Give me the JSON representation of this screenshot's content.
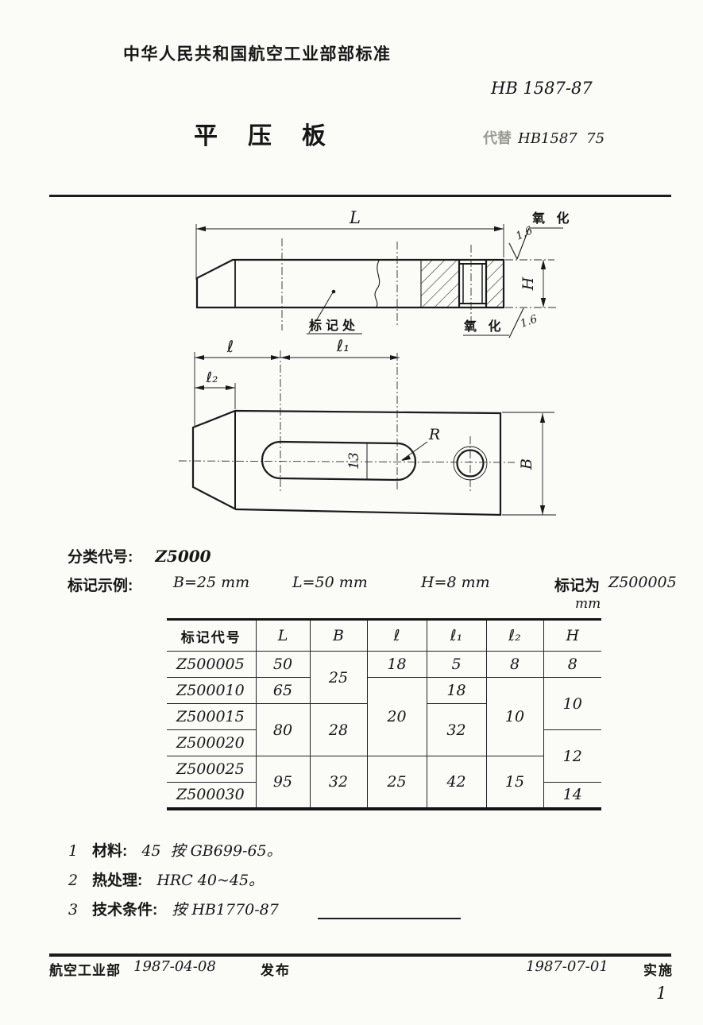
{
  "header": {
    "org_standard": "中华人民共和国航空工业部部标准",
    "standard_no": "HB 1587-87",
    "title": "平　压　板",
    "replaces_label": "代替",
    "replaces_no": "HB1587  75"
  },
  "drawing": {
    "dim_L": "L",
    "dim_H": "H",
    "dim_l": "ℓ",
    "dim_l1": "ℓ₁",
    "dim_l2": "ℓ₂",
    "dim_13": "13",
    "dim_R": "R",
    "dim_B": "B",
    "roughness": "1.6",
    "oxidation": "氧 化",
    "marking_spot": "标记处"
  },
  "classification": {
    "label": "分类代号:",
    "value": "Z5000"
  },
  "example": {
    "label": "标记示例:",
    "item_b": "B=25 mm",
    "item_l": "L=50 mm",
    "item_h": "H=8 mm",
    "mark_label": "标记为",
    "mark_value": "Z500005"
  },
  "table": {
    "unit": "mm",
    "headers": {
      "code": "标记代号",
      "L": "L",
      "B": "B",
      "l": "ℓ",
      "l1": "ℓ₁",
      "l2": "ℓ₂",
      "H": "H"
    },
    "rows": [
      {
        "code": "Z500005",
        "L": "50",
        "B": "25",
        "l": "18",
        "l1": "5",
        "l2": "8",
        "H": "8"
      },
      {
        "code": "Z500010",
        "L": "65",
        "l": "20",
        "l1": "18",
        "l2": "10",
        "H": "10"
      },
      {
        "code": "Z500015",
        "L": "80",
        "B": "28",
        "l1": "32"
      },
      {
        "code": "Z500020",
        "H": "12"
      },
      {
        "code": "Z500025",
        "L": "95",
        "B": "32",
        "l": "25",
        "l1": "42",
        "l2": "15"
      },
      {
        "code": "Z500030",
        "H": "14"
      }
    ]
  },
  "notes": {
    "n1": {
      "no": "1",
      "label": "材料:",
      "value": "45  按 GB699-65。"
    },
    "n2": {
      "no": "2",
      "label": "热处理:",
      "value": "HRC 40~45。"
    },
    "n3": {
      "no": "3",
      "label": "技术条件:",
      "value": "按 HB1770-87"
    }
  },
  "footer": {
    "org": "航空工业部",
    "issue_date": "1987-04-08",
    "issue_label": "发布",
    "impl_date": "1987-07-01",
    "impl_label": "实施",
    "page_no": "1"
  }
}
